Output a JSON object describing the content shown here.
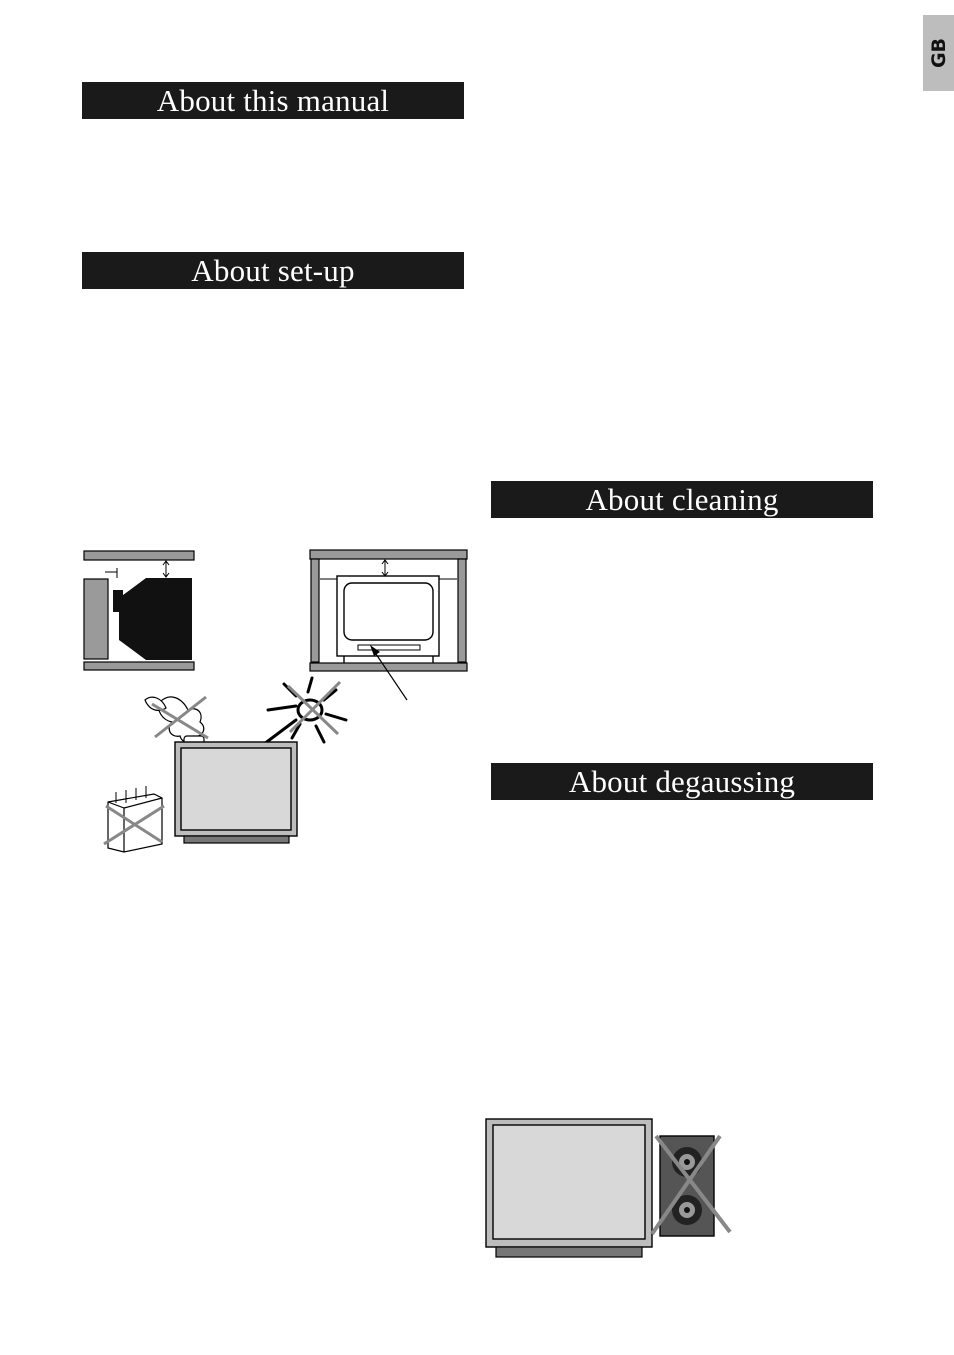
{
  "language_tab": "GB",
  "sections": {
    "manual": {
      "title": "About this manual"
    },
    "setup": {
      "title": "About set-up"
    },
    "cleaning": {
      "title": "About cleaning"
    },
    "degaussing": {
      "title": "About degaussing"
    }
  },
  "illustrations": {
    "clearance": "tv-ventilation-clearance-diagram-icon",
    "hazards": "tv-placement-hazards-icon",
    "speakers": "tv-speaker-degaussing-icon"
  },
  "colors": {
    "heading_bar": "#1a1a1a",
    "tab": "#bdbdbd",
    "screen": "#d8d8d8",
    "cross": "#888888"
  }
}
